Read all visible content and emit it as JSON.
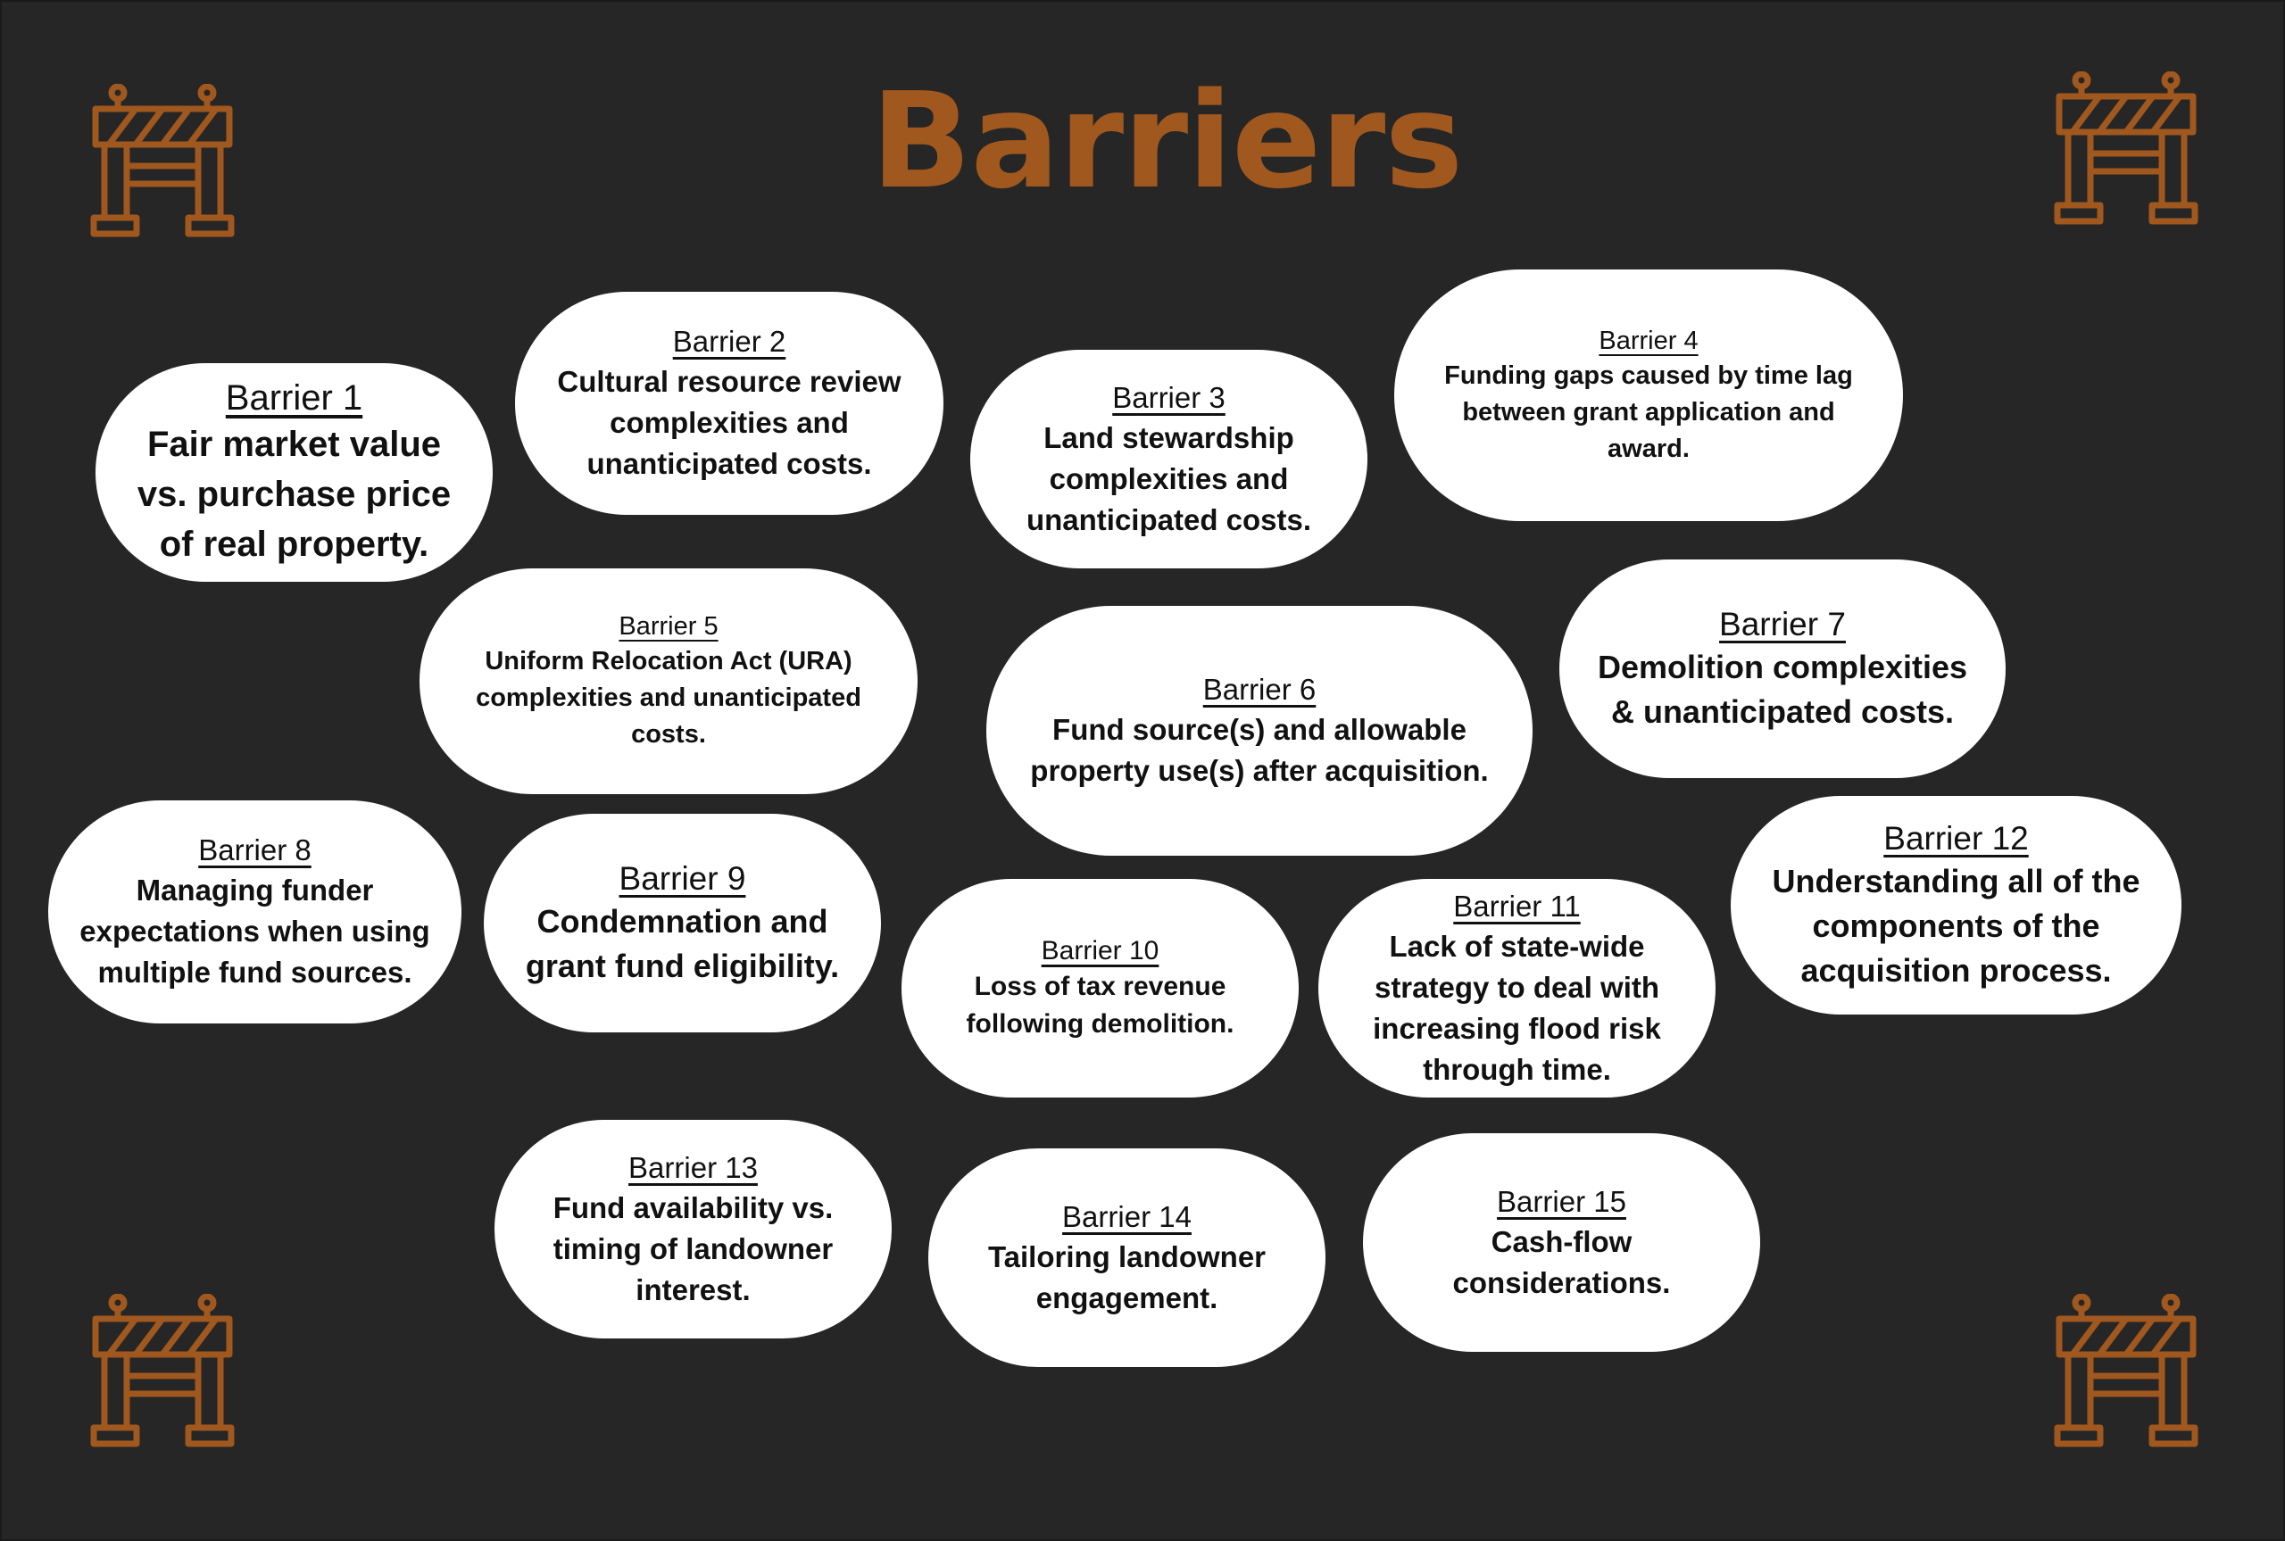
{
  "title": "Barriers",
  "icons": [
    "barricade-icon",
    "barricade-icon",
    "barricade-icon",
    "barricade-icon"
  ],
  "colors": {
    "background": "#262626",
    "accent": "#a0581e",
    "pill": "#ffffff"
  },
  "barriers": [
    {
      "head": "Barrier 1",
      "body": "Fair market value\nvs. purchase price\nof real property."
    },
    {
      "head": "Barrier 2",
      "body": "Cultural resource review\ncomplexities and\nunanticipated costs."
    },
    {
      "head": "Barrier 3",
      "body": "Land stewardship\ncomplexities and\nunanticipated costs."
    },
    {
      "head": "Barrier 4",
      "body": "Funding gaps caused by time lag\nbetween grant application and\naward."
    },
    {
      "head": "Barrier 5",
      "body": "Uniform Relocation Act (URA)\ncomplexities and unanticipated\ncosts."
    },
    {
      "head": "Barrier 6",
      "body": "Fund source(s) and allowable\nproperty use(s) after acquisition."
    },
    {
      "head": "Barrier 7",
      "body": "Demolition complexities\n& unanticipated costs."
    },
    {
      "head": "Barrier 8",
      "body": "Managing funder\nexpectations when using\nmultiple fund sources."
    },
    {
      "head": "Barrier 9",
      "body": "Condemnation and\ngrant fund eligibility."
    },
    {
      "head": "Barrier 10",
      "body": "Loss of tax revenue\nfollowing demolition."
    },
    {
      "head": "Barrier 11",
      "body": "Lack of state-wide\nstrategy to deal with\nincreasing flood risk\nthrough time."
    },
    {
      "head": "Barrier 12",
      "body": "Understanding all of the\ncomponents of the\nacquisition process."
    },
    {
      "head": "Barrier 13",
      "body": "Fund availability vs.\ntiming of landowner\ninterest."
    },
    {
      "head": "Barrier 14",
      "body": "Tailoring landowner\nengagement."
    },
    {
      "head": "Barrier 15",
      "body": "Cash-flow\nconsiderations."
    }
  ]
}
